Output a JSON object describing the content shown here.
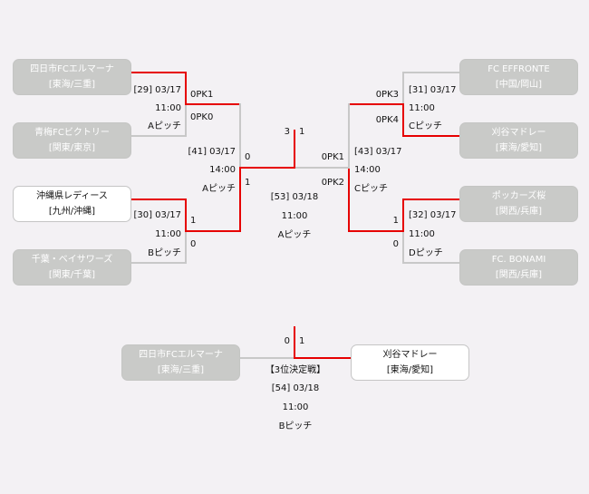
{
  "colors": {
    "winner_line": "#e60000",
    "loser_line": "#c8c8c8",
    "eliminated_box": "#c9cac8",
    "active_box": "#ffffff",
    "background": "#f3f1f4"
  },
  "teams": {
    "t1": {
      "name": "四日市FCエルマーナ",
      "region": "[東海/三重]"
    },
    "t2": {
      "name": "青梅FCビクトリー",
      "region": "[関東/東京]"
    },
    "t3": {
      "name": "沖縄県レディース",
      "region": "[九州/沖縄]"
    },
    "t4": {
      "name": "千葉・ベイサワーズ",
      "region": "[関東/千葉]"
    },
    "t5": {
      "name": "FC EFFRONTE",
      "region": "[中国/岡山]"
    },
    "t6": {
      "name": "刈谷マドレー",
      "region": "[東海/愛知]"
    },
    "t7": {
      "name": "ポッカーズ桜",
      "region": "[関西/兵庫]"
    },
    "t8": {
      "name": "FC. BONAMI",
      "region": "[関西/兵庫]"
    }
  },
  "matches": {
    "m29": {
      "id_date": "[29] 03/17",
      "time": "11:00",
      "pitch": "Aピッチ",
      "score_top": "0PK1",
      "score_bottom": "0PK0"
    },
    "m30": {
      "id_date": "[30] 03/17",
      "time": "11:00",
      "pitch": "Bピッチ",
      "score_top": "1",
      "score_bottom": "0"
    },
    "m31": {
      "id_date": "[31] 03/17",
      "time": "11:00",
      "pitch": "Cピッチ",
      "score_top": "0PK3",
      "score_bottom": "0PK4"
    },
    "m32": {
      "id_date": "[32] 03/17",
      "time": "11:00",
      "pitch": "Dピッチ",
      "score_top": "1",
      "score_bottom": "0"
    },
    "m41": {
      "id_date": "[41] 03/17",
      "time": "14:00",
      "pitch": "Aピッチ",
      "score_top": "0",
      "score_bottom": "1"
    },
    "m43": {
      "id_date": "[43] 03/17",
      "time": "14:00",
      "pitch": "Cピッチ",
      "score_top": "0PK1",
      "score_bottom": "0PK2"
    },
    "m53": {
      "id_date": "[53] 03/18",
      "time": "11:00",
      "pitch": "Aピッチ",
      "score_left": "3",
      "score_right": "1"
    },
    "m54": {
      "title": "【3位決定戦】",
      "id_date": "[54] 03/18",
      "time": "11:00",
      "pitch": "Bピッチ",
      "score_left": "0",
      "score_right": "1"
    }
  },
  "third_place": {
    "left": {
      "name": "四日市FCエルマーナ",
      "region": "[東海/三重]"
    },
    "right": {
      "name": "刈谷マドレー",
      "region": "[東海/愛知]"
    }
  }
}
